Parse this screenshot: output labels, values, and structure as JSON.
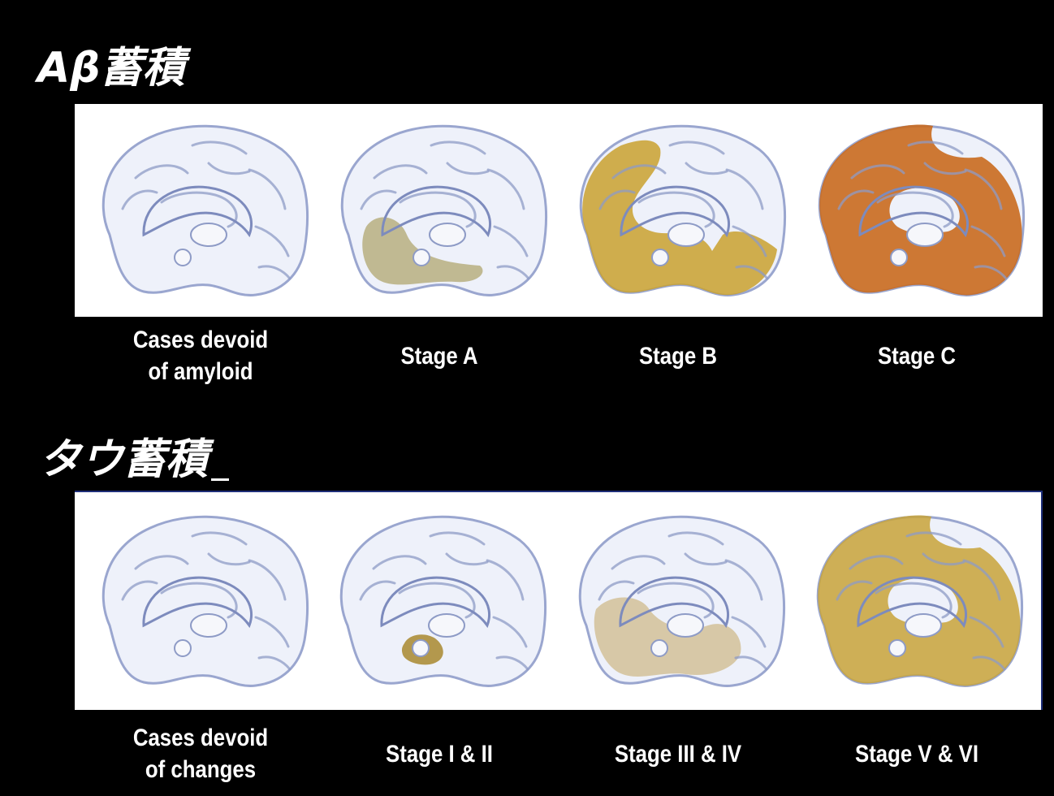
{
  "sections": [
    {
      "title": "Aβ蓄積",
      "stages": [
        {
          "label": "Cases devoid\nof amyloid",
          "tint": "",
          "tint_color": "#ffffff",
          "tint_opacity": 0,
          "extent": "none"
        },
        {
          "label": "Stage A",
          "tint": "olive-light",
          "tint_color": "#b4ab78",
          "tint_opacity": 0.8,
          "extent": "basal"
        },
        {
          "label": "Stage B",
          "tint": "ochre",
          "tint_color": "#c9a12e",
          "tint_opacity": 0.85,
          "extent": "wide"
        },
        {
          "label": "Stage C",
          "tint": "orange-brown",
          "tint_color": "#c96a1e",
          "tint_opacity": 0.9,
          "extent": "full"
        }
      ]
    },
    {
      "title": "タウ蓄積",
      "stages": [
        {
          "label": "Cases devoid\nof changes",
          "tint": "",
          "tint_color": "#ffffff",
          "tint_opacity": 0,
          "extent": "none"
        },
        {
          "label": "Stage I & II",
          "tint": "olive",
          "tint_color": "#a8882e",
          "tint_opacity": 0.85,
          "extent": "hippocampus"
        },
        {
          "label": "Stage III & IV",
          "tint": "tan-light",
          "tint_color": "#c8ad70",
          "tint_opacity": 0.6,
          "extent": "limbic"
        },
        {
          "label": "Stage V & VI",
          "tint": "gold",
          "tint_color": "#c8a338",
          "tint_opacity": 0.85,
          "extent": "full"
        }
      ]
    }
  ]
}
